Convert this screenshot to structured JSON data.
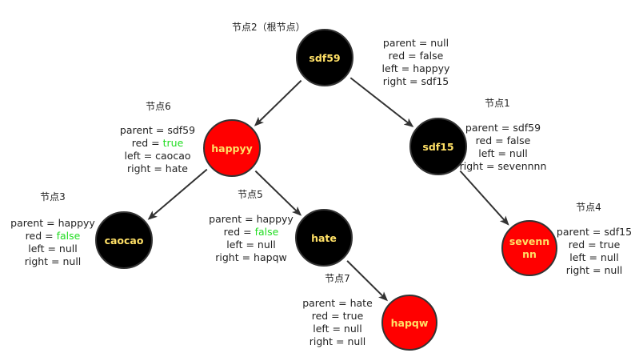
{
  "colors": {
    "black_node": "#000000",
    "red_node": "#ff0000",
    "node_stroke": "#333333",
    "black_node_text": "#ffe066",
    "red_node_text": "#ffe066",
    "edge": "#333333",
    "bool_highlight": "#22dd22"
  },
  "nodes": [
    {
      "id": "sdf59",
      "text": "sdf59",
      "color": "black",
      "tag": "节点2（根节点）",
      "info": {
        "parent": "parent = null",
        "red_pre": "red = ",
        "red_val": "false",
        "red_highlight": false,
        "left": "left = happyy",
        "right": "right = sdf15"
      }
    },
    {
      "id": "happyy",
      "text": "happyy",
      "color": "red",
      "tag": "节点6",
      "info": {
        "parent": "parent = sdf59",
        "red_pre": "red = ",
        "red_val": "true",
        "red_highlight": true,
        "left": "left = caocao",
        "right": "right = hate"
      }
    },
    {
      "id": "sdf15",
      "text": "sdf15",
      "color": "black",
      "tag": "节点1",
      "info": {
        "parent": "parent = sdf59",
        "red_pre": "red = ",
        "red_val": "false",
        "red_highlight": false,
        "left": "left = null",
        "right": "right = sevennnn"
      }
    },
    {
      "id": "caocao",
      "text": "caocao",
      "color": "black",
      "tag": "节点3",
      "info": {
        "parent": "parent = happyy",
        "red_pre": "red = ",
        "red_val": "false",
        "red_highlight": true,
        "left": "left = null",
        "right": "right = null"
      }
    },
    {
      "id": "hate",
      "text": "hate",
      "color": "black",
      "tag": "节点5",
      "info": {
        "parent": "parent = happyy",
        "red_pre": "red = ",
        "red_val": "false",
        "red_highlight": true,
        "left": "left = null",
        "right": "right = hapqw"
      }
    },
    {
      "id": "seven",
      "text_lines": [
        "sevenn",
        "nn"
      ],
      "color": "red",
      "tag": "节点4",
      "info": {
        "parent": "parent = sdf15",
        "red_pre": "red = ",
        "red_val": "true",
        "red_highlight": false,
        "left": "left = null",
        "right": "right = null"
      }
    },
    {
      "id": "hapqw",
      "text": "hapqw",
      "color": "red",
      "tag": "节点7",
      "info": {
        "parent": "parent = hate",
        "red_pre": "red = ",
        "red_val": "true",
        "red_highlight": false,
        "left": "left = null",
        "right": "right = null"
      }
    }
  ],
  "edges": [
    {
      "from": "sdf59",
      "to": "happyy"
    },
    {
      "from": "sdf59",
      "to": "sdf15"
    },
    {
      "from": "happyy",
      "to": "caocao"
    },
    {
      "from": "happyy",
      "to": "hate"
    },
    {
      "from": "sdf15",
      "to": "seven"
    },
    {
      "from": "hate",
      "to": "hapqw"
    }
  ]
}
